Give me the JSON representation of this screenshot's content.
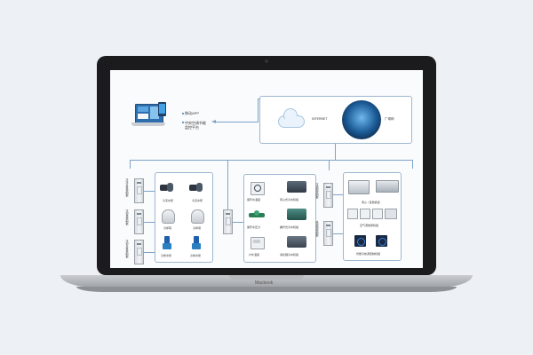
{
  "laptop": {
    "brand": "Macbook"
  },
  "top": {
    "app_labels": [
      "移动APP",
      "中央空调节能",
      "监控平台"
    ],
    "internet_label": "INTERNET",
    "wan_label": "广域网"
  },
  "group1": {
    "items": [
      "冷冻水泵",
      "冷冻水泵",
      "冷却塔",
      "冷却塔",
      "冷却水泵",
      "冷却水泵"
    ],
    "side_labels": [
      "冷冻水泵控制柜",
      "冷却塔控制柜",
      "冷却水泵控制柜"
    ]
  },
  "group2": {
    "items": [
      "循环水温度",
      "离心式冷水机组",
      "循环水压力",
      "螺杆式冷水机组",
      "户外温度",
      "溴化锂冷水机组"
    ]
  },
  "group3": {
    "items": [
      "离心 / 直燃机组",
      "空气源热泵机组",
      "智能冷热源控制机组"
    ],
    "side_labels": [
      "冷源侧控制柜",
      "热源侧控制柜"
    ]
  },
  "colors": {
    "accent": "#2a7fc1",
    "line": "#7ea3c9",
    "frame": "#1b1b1d"
  }
}
